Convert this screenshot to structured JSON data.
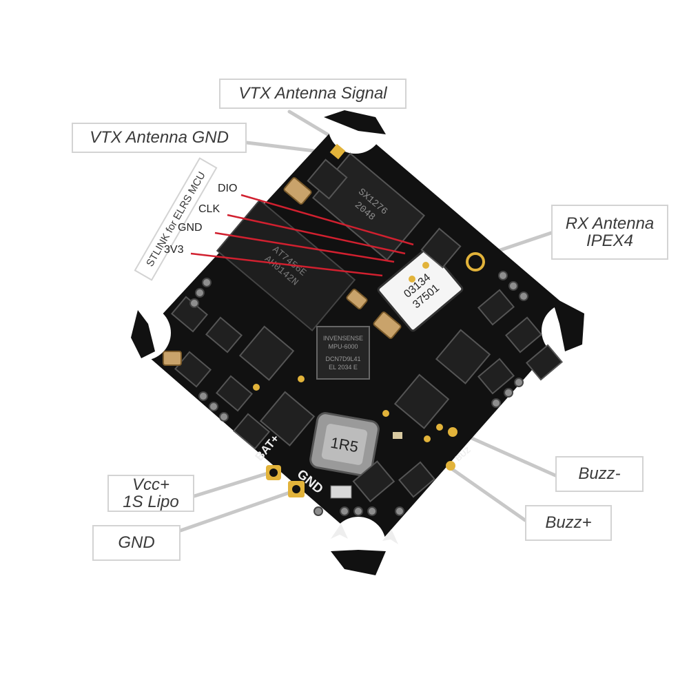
{
  "callouts": {
    "vtx_signal": "VTX Antenna Signal",
    "vtx_gnd": "VTX Antenna GND",
    "rx_antenna_line1": "RX Antenna",
    "rx_antenna_line2": "IPEX4",
    "vcc_line1": "Vcc+",
    "vcc_line2": "1S Lipo",
    "gnd": "GND",
    "buzz_minus": "Buzz-",
    "buzz_plus": "Buzz+"
  },
  "stlink": {
    "title": "STLINK for ELRS MCU",
    "pins": [
      "DIO",
      "CLK",
      "GND",
      "3V3"
    ]
  },
  "board_silkscreen": {
    "chip_rx_line1": "SX1276",
    "chip_rx_line2": "2048",
    "chip_mcu_line1": "AT7456E",
    "chip_mcu_line2": "AH0142N",
    "module_line1": "03134",
    "module_line2": "37501",
    "imu_line1": "INVENSENSE",
    "imu_line2": "MPU-6000",
    "imu_line3": "DCN7D9L41",
    "imu_line4": "EL 2034 E",
    "inductor": "1R5",
    "bat_label": "BAT+",
    "gnd_label": "GND",
    "buzz_label": "BUZ"
  },
  "colors": {
    "board": "#111111",
    "pad_gold": "#e2b33a",
    "wire_red": "#d1202f",
    "leader_gray": "#c8c8c8"
  }
}
